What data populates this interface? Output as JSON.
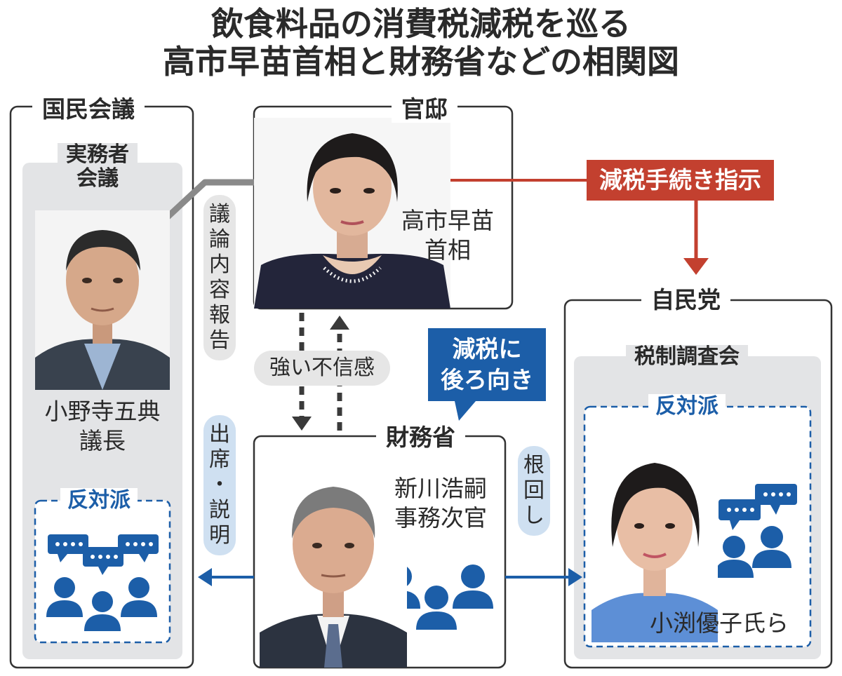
{
  "title": {
    "line1": "飲食料品の消費税減税を巡る",
    "line2": "高市早苗首相と財務省などの相関図"
  },
  "kokumin": {
    "label": "国民会議",
    "inner_label_1": "実務者",
    "inner_label_2": "会議",
    "name_1": "小野寺五典",
    "name_2": "議長",
    "opposition_label": "反対派"
  },
  "kantei": {
    "label": "官邸",
    "name_1": "高市早苗",
    "name_2": "首相"
  },
  "jimin": {
    "label": "自民党",
    "inner_label": "税制調査会",
    "opposition_label": "反対派",
    "name": "小渕優子氏ら"
  },
  "zaimu": {
    "label": "財務省",
    "name_1": "新川浩嗣",
    "name_2": "事務次官"
  },
  "relations": {
    "report": [
      "議",
      "論",
      "内",
      "容",
      "報",
      "告"
    ],
    "distrust": "強い不信感",
    "instruction": "減税手続き指示",
    "reluctant_1": "減税に",
    "reluctant_2": "後ろ向き",
    "attend": [
      "出",
      "席",
      "・",
      "説",
      "明"
    ],
    "lobby": [
      "根",
      "回",
      "し"
    ]
  },
  "colors": {
    "red": "#c3402f",
    "blue": "#1c5ea8",
    "gray_panel": "#e3e4e6",
    "gray_arrow": "#8a8a8a"
  },
  "icons": [
    "speech-bubble-icon",
    "person-icon",
    "arrow-icon"
  ]
}
